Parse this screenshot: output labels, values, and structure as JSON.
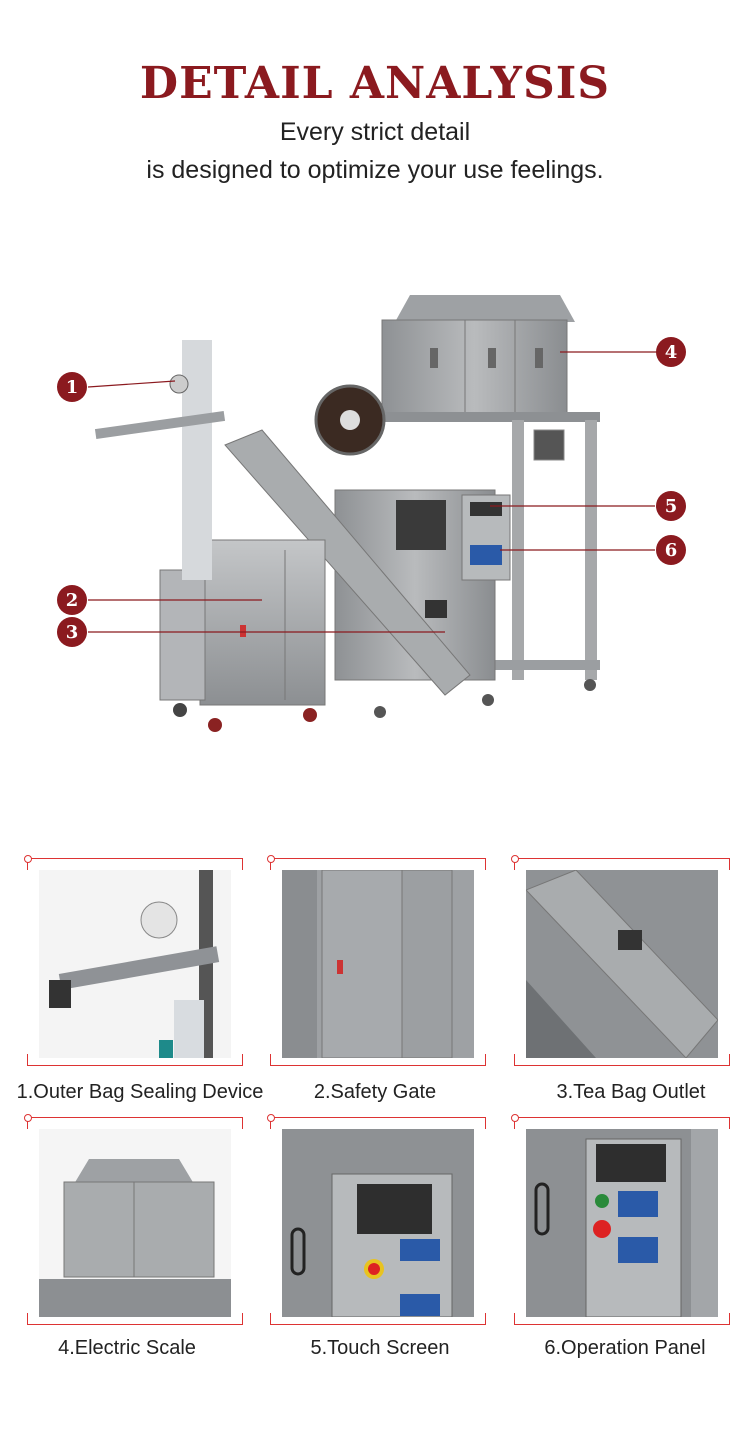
{
  "header": {
    "title": "DETAIL ANALYSIS",
    "subtitle_line1": "Every strict detail",
    "subtitle_line2": "is designed to optimize your use feelings."
  },
  "callouts": [
    {
      "number": "1"
    },
    {
      "number": "2"
    },
    {
      "number": "3"
    },
    {
      "number": "4"
    },
    {
      "number": "5"
    },
    {
      "number": "6"
    }
  ],
  "details": [
    {
      "caption": "1.Outer Bag Sealing Device"
    },
    {
      "caption": "2.Safety Gate"
    },
    {
      "caption": "3.Tea Bag Outlet"
    },
    {
      "caption": "4.Electric Scale"
    },
    {
      "caption": "5.Touch Screen"
    },
    {
      "caption": "6.Operation Panel"
    }
  ],
  "colors": {
    "accent": "#8b1a1f",
    "frame": "#dd3333",
    "steel": "#a7a9ab"
  }
}
